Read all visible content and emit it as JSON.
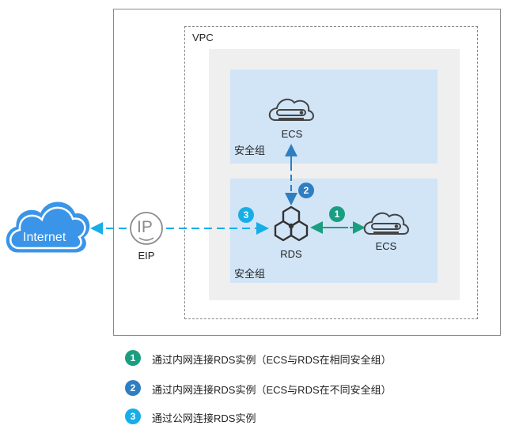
{
  "diagram": {
    "vpc_label": "VPC",
    "security_group_top_label": "安全组",
    "security_group_bottom_label": "安全组",
    "nodes": {
      "internet": "Internet",
      "eip": "EIP",
      "eip_glyph": "IP",
      "rds": "RDS",
      "ecs_same_group": "ECS",
      "ecs_other_group": "ECS"
    },
    "badges": {
      "one": "1",
      "two": "2",
      "three": "3"
    },
    "colors": {
      "route1": "#1a9e82",
      "route2": "#2f7ec1",
      "route3": "#17aee8",
      "internet_cloud": "#3a95e8",
      "security_group_fill": "#d1e5f7",
      "panel_fill": "#efefef"
    }
  },
  "legend": [
    {
      "num": "1",
      "text": "通过内网连接RDS实例（ECS与RDS在相同安全组）"
    },
    {
      "num": "2",
      "text": "通过内网连接RDS实例（ECS与RDS在不同安全组）"
    },
    {
      "num": "3",
      "text": "通过公网连接RDS实例"
    }
  ]
}
